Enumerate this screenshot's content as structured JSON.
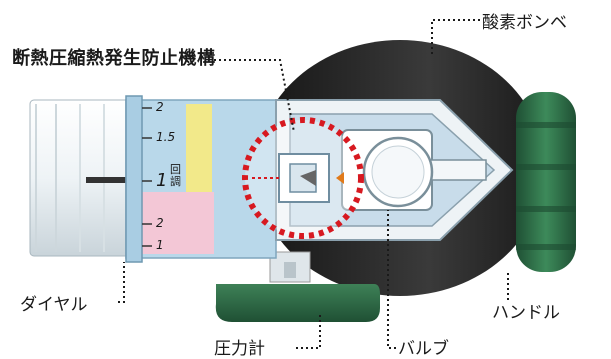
{
  "title": "断熱圧縮熱発生防止機構",
  "labels": {
    "cylinder": "酸素ボンベ",
    "dial": "ダイヤル",
    "gauge": "圧力計",
    "valve": "バルブ",
    "handle": "ハンドル"
  },
  "dial_scale": {
    "upper": [
      "2",
      "1.5",
      "1",
      "回調"
    ],
    "lower": [
      "2",
      "1"
    ]
  },
  "colors": {
    "cylinder": "#2b2b2b",
    "body_blue": "#b9d8ea",
    "handle_green": "#2e6e47",
    "gauge_green": "#2f6b45",
    "highlight_red": "#d71920",
    "yellow_band": "#f2e98a",
    "pink_band": "#f3c7d6"
  }
}
